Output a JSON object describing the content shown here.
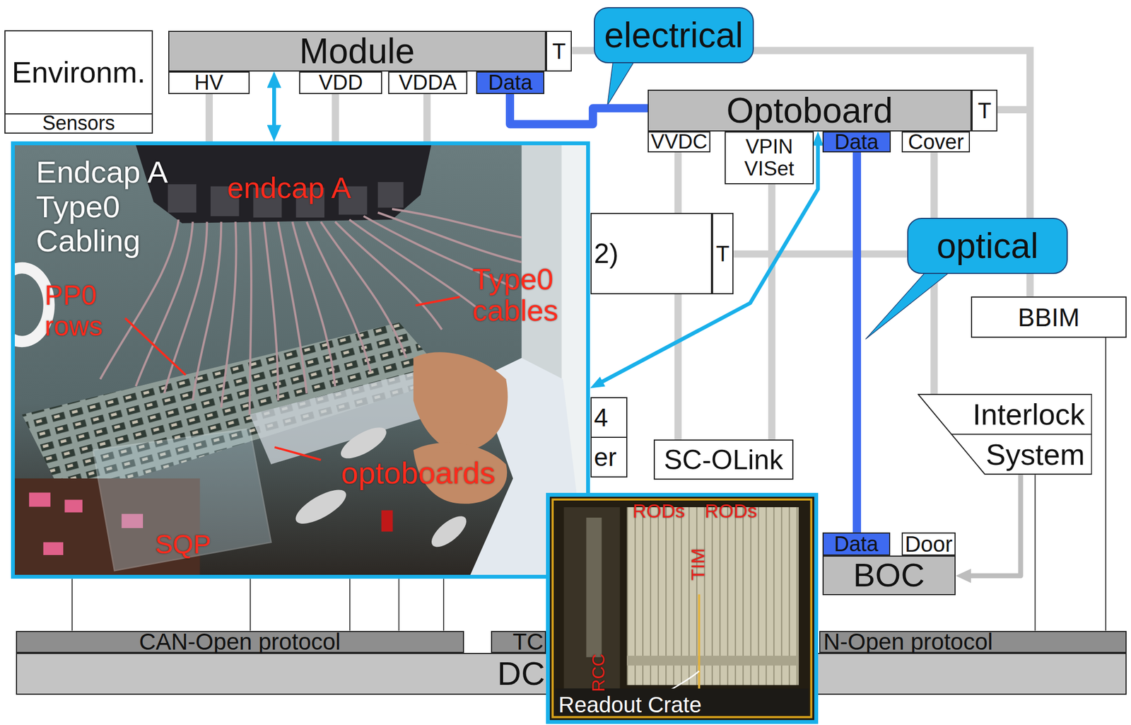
{
  "diagram": {
    "nodes": [
      {
        "text": [
          "Environm."
        ]
      },
      {
        "text": [
          "Sensors"
        ],
        "in": 0
      },
      {
        "text": [
          "Module"
        ]
      },
      {
        "text": [
          "T"
        ]
      },
      {
        "text": [
          "HV"
        ]
      },
      {
        "text": [
          "VDD"
        ]
      },
      {
        "text": [
          "VDDA"
        ]
      },
      {
        "text": [
          "Data"
        ]
      },
      {
        "text": [
          "electrical"
        ]
      },
      {
        "text": [
          "Optoboard"
        ]
      },
      {
        "text": [
          "T"
        ]
      },
      {
        "text": [
          "VVDC"
        ]
      },
      {
        "text": [
          "VPIN VISet"
        ]
      },
      {
        "text": [
          "Data"
        ]
      },
      {
        "text": [
          "Cover"
        ]
      },
      {
        "text": [
          "Endcap A Type0 Cabling"
        ]
      },
      {
        "text": [
          "2)"
        ]
      },
      {
        "text": [
          "T"
        ]
      },
      {
        "text": [
          "optical"
        ]
      },
      {
        "text": [
          "BBIM"
        ]
      },
      {
        "text": [
          "4",
          "er"
        ]
      },
      {
        "text": [
          "SC-OLink"
        ]
      },
      {
        "text": [
          "Interlock",
          "System"
        ]
      },
      {
        "text": [
          "Readout Crate"
        ]
      },
      {
        "text": [
          "Data"
        ]
      },
      {
        "text": [
          "Door"
        ]
      },
      {
        "text": [
          "BOC"
        ]
      },
      {
        "text": [
          "CAN-Open protocol"
        ]
      },
      {
        "text": [
          "TC"
        ]
      },
      {
        "text": [
          "N-Open protocol"
        ]
      },
      {
        "text": [
          "DC"
        ]
      }
    ],
    "edges": [
      {
        "from": 2,
        "to": 15,
        "arrow": "both"
      },
      {
        "from": 9,
        "to": 15,
        "arrow": "both"
      },
      {
        "from": 7,
        "to": 9,
        "arrow": "none"
      },
      {
        "from": 13,
        "to": 24,
        "arrow": "none"
      },
      {
        "from": 22,
        "to": 26,
        "arrow": "to"
      }
    ],
    "labels": [
      "endcap A",
      "PP0 rows",
      "Type0 cables",
      "optoboards",
      "SQP",
      "RODs",
      "RODs",
      "TIM",
      "RCC"
    ]
  }
}
